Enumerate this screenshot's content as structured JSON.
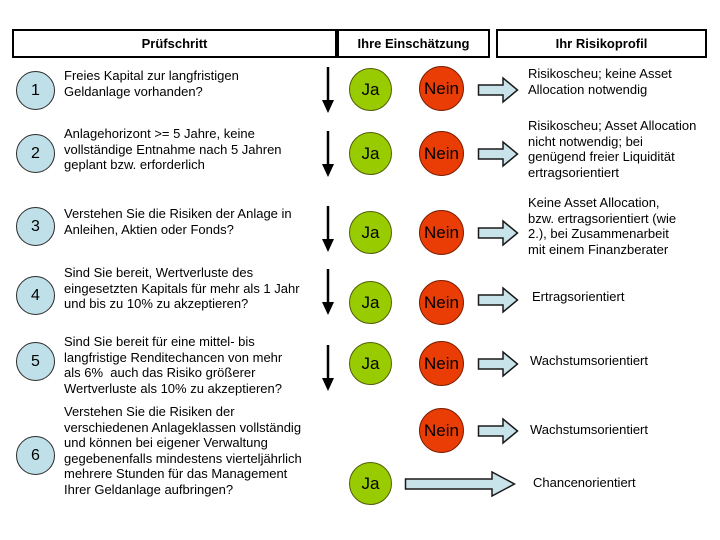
{
  "headers": {
    "pruefschritt": "Prüfschritt",
    "einschaetzung": "Ihre Einschätzung",
    "risikoprofil": "Ihr Risikoprofil"
  },
  "labels": {
    "ja": "Ja",
    "nein": "Nein"
  },
  "colors": {
    "step_circle": "#bfe0e8",
    "ja_circle": "#99cc00",
    "nein_circle": "#e93d05",
    "arrow_fill": "#c9e3ea"
  },
  "rows": [
    {
      "number": "1",
      "question": "Freies Kapital zur langfristigen\nGeldanlage vorhanden?",
      "profile": "Risikoscheu; keine Asset\nAllocation notwendig"
    },
    {
      "number": "2",
      "question": "Anlagehorizont >= 5 Jahre, keine\nvollständige Entnahme nach 5 Jahren\ngeplant bzw. erforderlich",
      "profile": "Risikoscheu; Asset Allocation\nnicht notwendig; bei\ngenügend freier Liquidität\nertragsorientiert"
    },
    {
      "number": "3",
      "question": "Verstehen Sie die Risiken der Anlage in\nAnleihen, Aktien oder Fonds?",
      "profile": "Keine Asset Allocation,\nbzw. ertragsorientiert (wie\n2.), bei Zusammenarbeit\nmit einem Finanzberater"
    },
    {
      "number": "4",
      "question": "Sind Sie bereit, Wertverluste des\neingesetzten Kapitals für mehr als 1 Jahr\nund bis zu 10% zu akzeptieren?",
      "profile": "Ertragsorientiert"
    },
    {
      "number": "5",
      "question": "Sind Sie bereit für eine mittel- bis\nlangfristige Renditechancen von mehr\nals 6%  auch das Risiko größerer\nWertverluste als 10% zu akzeptieren?",
      "profile": "Wachstumsorientiert"
    },
    {
      "number": "6",
      "question": "Verstehen Sie die Risiken der\nverschiedenen Anlageklassen vollständig\nund können bei eigener Verwaltung\ngegebenenfalls mindestens vierteljährlich\nmehrere Stunden für das Management\nIhrer Geldanlage aufbringen?",
      "profile_nein": "Wachstumsorientiert",
      "profile_ja": "Chancenorientiert"
    }
  ]
}
